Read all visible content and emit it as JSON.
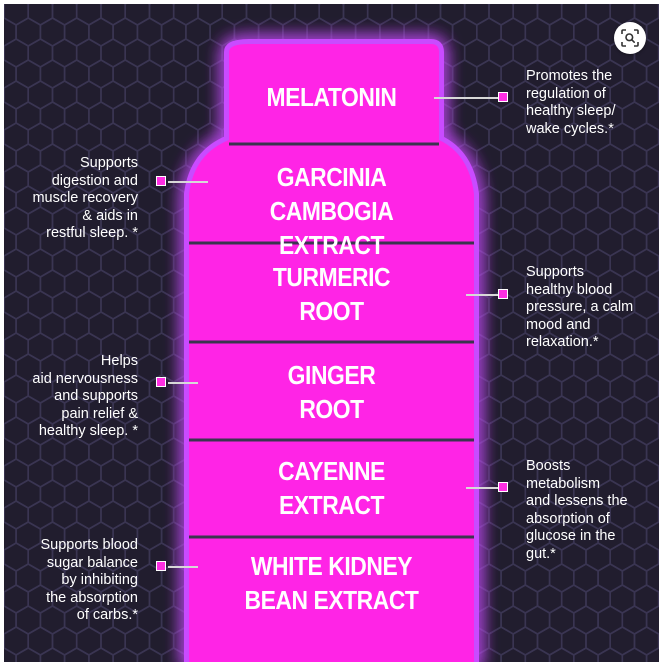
{
  "colors": {
    "background": "#211d2e",
    "hexagon_stroke": "#3a3552",
    "bottle_fill": "#ff24e6",
    "bottle_glow": "#c94bff",
    "segment_divider": "#3b3450",
    "text": "#ffffff",
    "connector": "#d8d8d8",
    "marker_fill": "#ff2fe3"
  },
  "segments": [
    {
      "label": "MELATONIN"
    },
    {
      "label": "GARCINIA\nCAMBOGIA EXTRACT"
    },
    {
      "label": "TURMERIC\nROOT"
    },
    {
      "label": "GINGER\nROOT"
    },
    {
      "label": "CAYENNE\nEXTRACT"
    },
    {
      "label": "WHITE KIDNEY\nBEAN EXTRACT"
    }
  ],
  "notes": [
    {
      "side": "right",
      "text": "Promotes the\nregulation of\nhealthy sleep/\nwake cycles.*"
    },
    {
      "side": "left",
      "text": "Supports\ndigestion and\nmuscle recovery\n& aids in\nrestful sleep. *"
    },
    {
      "side": "right",
      "text": "Supports\nhealthy blood\npressure, a calm\nmood and\nrelaxation.*"
    },
    {
      "side": "left",
      "text": "Helps\naid nervousness\nand supports\npain relief &\nhealthy sleep. *"
    },
    {
      "side": "right",
      "text": "Boosts\nmetabolism\nand lessens the\nabsorption of\nglucose in the\ngut.*"
    },
    {
      "side": "left",
      "text": "Supports blood\nsugar balance\nby inhibiting\nthe absorption\nof carbs.*"
    }
  ],
  "icons": {
    "lens_button": "visual-search-icon"
  }
}
